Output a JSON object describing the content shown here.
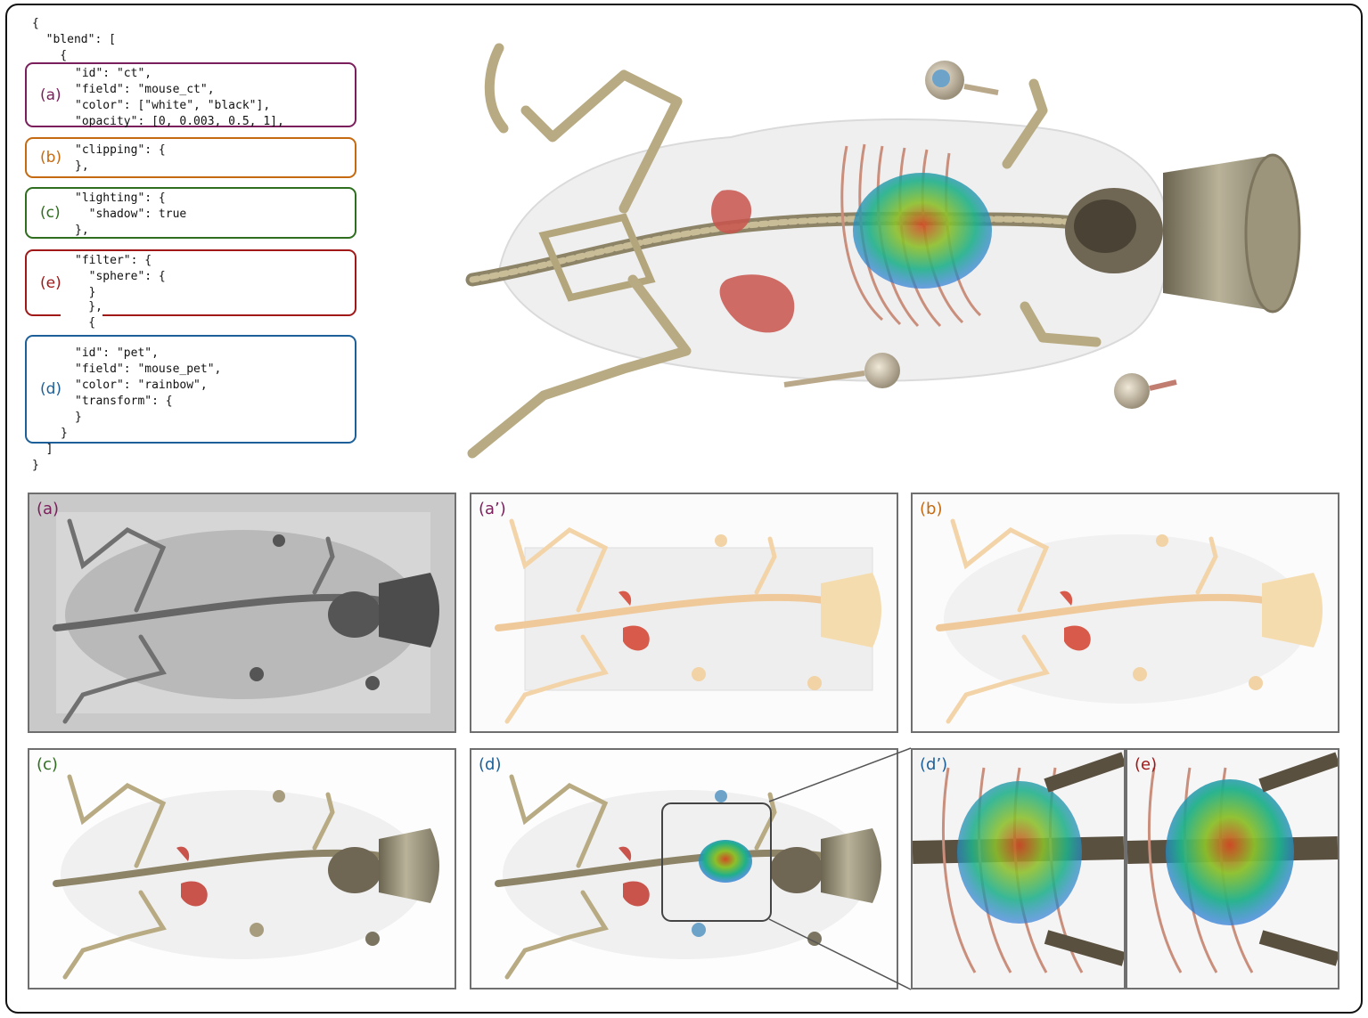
{
  "colors": {
    "a": "#7b1f5c",
    "b": "#c56a10",
    "c": "#2e6e1e",
    "d": "#1d6099",
    "e": "#a01818"
  },
  "code": {
    "open": "{\n  \"blend\": [\n    {",
    "a_lines": "\"id\": \"ct\",\n\"field\": \"mouse_ct\",\n\"color\": [\"white\", \"black\"],\n\"opacity\": [0, 0.003, 0.5, 1],",
    "b_lines": "\"clipping\": {\n},",
    "c_lines": "\"lighting\": {\n  \"shadow\": true\n},",
    "e_lines": "\"filter\": {\n  \"sphere\": {\n  }\n}",
    "mid": "    },\n    {",
    "d_lines": "\"id\": \"pet\",\n\"field\": \"mouse_pet\",\n\"color\": \"rainbow\",\n\"transform\": {\n}",
    "d_close": "}",
    "close": "  ]\n}"
  },
  "tags": {
    "a": "(a)",
    "b": "(b)",
    "c": "(c)",
    "e": "(e)",
    "d": "(d)"
  },
  "panels": {
    "a": "(a)",
    "a_prime": "(a’)",
    "b": "(b)",
    "c": "(c)",
    "d": "(d)",
    "d_prime": "(d’)",
    "e": "(e)"
  }
}
